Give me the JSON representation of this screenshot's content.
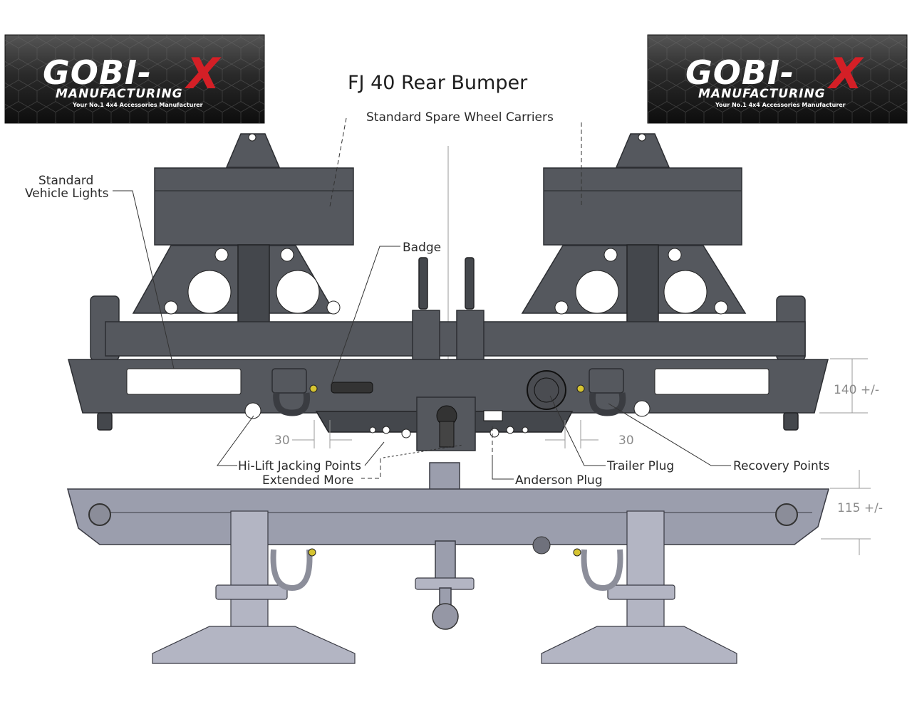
{
  "logo": {
    "wordmark": "GOBI-",
    "x_mark": "X",
    "manufacturing": "MANUFACTURING",
    "tagline": "Your No.1 4x4 Accessories Manufacturer"
  },
  "title": "FJ 40 Rear Bumper",
  "callouts": {
    "spare_wheel_carriers": "Standard Spare Wheel Carriers",
    "vehicle_lights_line1": "Standard",
    "vehicle_lights_line2": "Vehicle Lights",
    "badge": "Badge",
    "hi_lift": "Hi-Lift Jacking Points",
    "extended_more": "Extended More",
    "anderson_plug": "Anderson Plug",
    "trailer_plug": "Trailer Plug",
    "recovery_points": "Recovery Points"
  },
  "dimensions": {
    "left_offset": "30",
    "right_offset": "30",
    "front_height": "140 +/-",
    "top_height": "115 +/-"
  },
  "colors": {
    "steel_dark": "#55585e",
    "steel_light": "#9b9ead",
    "logo_red": "#d41f26",
    "shackle_yellow": "#d6c431"
  }
}
